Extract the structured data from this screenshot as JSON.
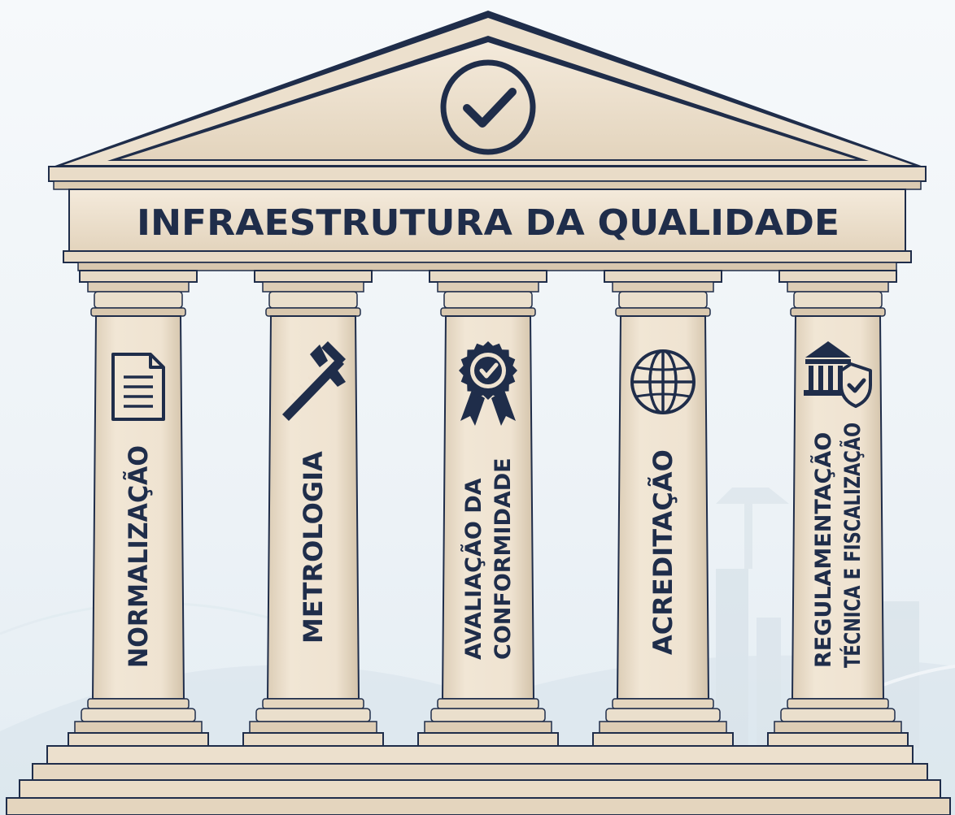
{
  "banner": {
    "title": "INFRAESTRUTURA DA QUALIDADE"
  },
  "pediment": {
    "emblem_icon": "check-circle-icon"
  },
  "pillars": [
    {
      "lines": [
        "NORMALIZAÇÃO"
      ],
      "icon": "document-icon"
    },
    {
      "lines": [
        "METROLOGIA"
      ],
      "icon": "caliper-icon"
    },
    {
      "lines": [
        "AVALIAÇÃO DA",
        "CONFORMIDADE"
      ],
      "icon": "award-ribbon-icon"
    },
    {
      "lines": [
        "ACREDITAÇÃO"
      ],
      "icon": "globe-icon"
    },
    {
      "lines": [
        "REGULAMENTAÇÃO",
        "TÉCNICA E FISCALIZAÇÃO"
      ],
      "icon": "government-shield-icon"
    }
  ],
  "colors": {
    "ink": "#1f2d4a",
    "stone": "#efe3d1",
    "stone_shadow": "#d6c6ae"
  }
}
